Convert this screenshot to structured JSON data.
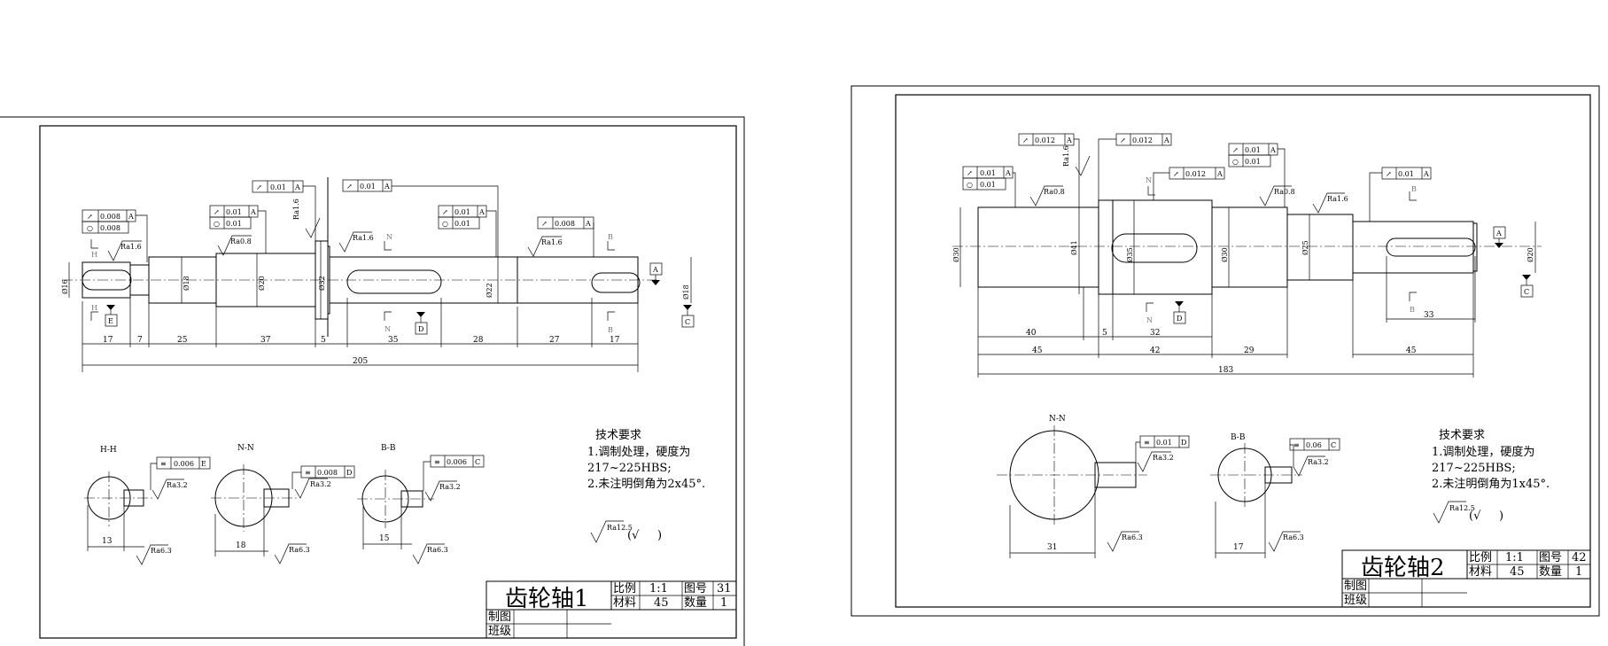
{
  "sheet1": {
    "part_name": "齿轮轴1",
    "title_block": {
      "scale_label": "比例",
      "scale_value": "1:1",
      "drawing_no_label": "图号",
      "drawing_no_value": "31",
      "material_label": "材料",
      "material_value": "45",
      "quantity_label": "数量",
      "quantity_value": "1",
      "drawn_by_label": "制图",
      "class_label": "班级"
    },
    "tech_requirements": {
      "heading": "技术要求",
      "line1": "1.调制处理，硬度为",
      "line2": "217~225HBS;",
      "line3": "2.未注明倒角为2x45°."
    },
    "dimensions": [
      "17",
      "7",
      "25",
      "37",
      "5",
      "35",
      "28",
      "27",
      "17",
      "205"
    ],
    "diameters": [
      "Ø16",
      "Ø18",
      "Ø20",
      "Ø32",
      "Ø22",
      "Ø18"
    ],
    "tolerance_frames": [
      {
        "symbol": "↗",
        "value": "0.008",
        "datum": "A"
      },
      {
        "symbol": "○",
        "value": "0.008",
        "datum": ""
      },
      {
        "symbol": "↗",
        "value": "0.01",
        "datum": "A"
      },
      {
        "symbol": "○",
        "value": "0.01",
        "datum": ""
      },
      {
        "symbol": "↗",
        "value": "0.01",
        "datum": "A"
      },
      {
        "symbol": "↗",
        "value": "0.01",
        "datum": "A"
      },
      {
        "symbol": "↗",
        "value": "0.01",
        "datum": "A"
      },
      {
        "symbol": "○",
        "value": "0.01",
        "datum": ""
      },
      {
        "symbol": "↗",
        "value": "0.008",
        "datum": "A"
      }
    ],
    "roughness": [
      "Ra1.6",
      "Ra0.8",
      "Ra1.6",
      "Ra1.6",
      "Ra1.6"
    ],
    "datums": [
      "A",
      "C",
      "E",
      "D"
    ],
    "section_marks": [
      "H",
      "N",
      "B"
    ],
    "sections": [
      {
        "label": "H-H",
        "frame": {
          "symbol": "≡",
          "value": "0.006",
          "datum": "E"
        },
        "roughness": "Ra3.2",
        "roughness2": "Ra6.3",
        "dim": "13"
      },
      {
        "label": "N-N",
        "frame": {
          "symbol": "≡",
          "value": "0.008",
          "datum": "D"
        },
        "roughness": "Ra3.2",
        "roughness2": "Ra6.3",
        "dim": "18"
      },
      {
        "label": "B-B",
        "frame": {
          "symbol": "≡",
          "value": "0.006",
          "datum": "C"
        },
        "roughness": "Ra3.2",
        "roughness2": "Ra6.3",
        "dim": "15"
      }
    ],
    "general_roughness": "Ra12.5"
  },
  "sheet2": {
    "part_name": "齿轮轴2",
    "title_block": {
      "scale_label": "比例",
      "scale_value": "1:1",
      "drawing_no_label": "图号",
      "drawing_no_value": "42",
      "material_label": "材料",
      "material_value": "45",
      "quantity_label": "数量",
      "quantity_value": "1",
      "drawn_by_label": "制图",
      "class_label": "班级"
    },
    "tech_requirements": {
      "heading": "技术要求",
      "line1": "1.调制处理，硬度为",
      "line2": "217~225HBS;",
      "line3": "2.未注明倒角为1x45°."
    },
    "dimensions": [
      "40",
      "5",
      "32",
      "45",
      "42",
      "29",
      "33",
      "45",
      "183"
    ],
    "diameters": [
      "Ø30",
      "Ø41",
      "Ø35",
      "Ø30",
      "Ø25",
      "Ø20"
    ],
    "tolerance_frames": [
      {
        "symbol": "↗",
        "value": "0.012",
        "datum": "A"
      },
      {
        "symbol": "↗",
        "value": "0.012",
        "datum": "A"
      },
      {
        "symbol": "↗",
        "value": "0.01",
        "datum": "A"
      },
      {
        "symbol": "○",
        "value": "0.01",
        "datum": ""
      },
      {
        "symbol": "↗",
        "value": "0.012",
        "datum": "A"
      },
      {
        "symbol": "↗",
        "value": "0.01",
        "datum": "A"
      },
      {
        "symbol": "○",
        "value": "0.01",
        "datum": ""
      },
      {
        "symbol": "↗",
        "value": "0.01",
        "datum": "A"
      }
    ],
    "roughness": [
      "Ra0.8",
      "Ra1.6",
      "Ra0.8",
      "Ra1.6"
    ],
    "datums": [
      "A",
      "C",
      "D"
    ],
    "section_marks": [
      "N",
      "B"
    ],
    "sections": [
      {
        "label": "N-N",
        "frame": {
          "symbol": "≡",
          "value": "0.01",
          "datum": "D"
        },
        "roughness": "Ra3.2",
        "roughness2": "Ra6.3",
        "dim": "31"
      },
      {
        "label": "B-B",
        "frame": {
          "symbol": "≡",
          "value": "0.06",
          "datum": "C"
        },
        "roughness": "Ra3.2",
        "roughness2": "Ra6.3",
        "dim": "17"
      }
    ],
    "general_roughness": "Ra12.5"
  }
}
